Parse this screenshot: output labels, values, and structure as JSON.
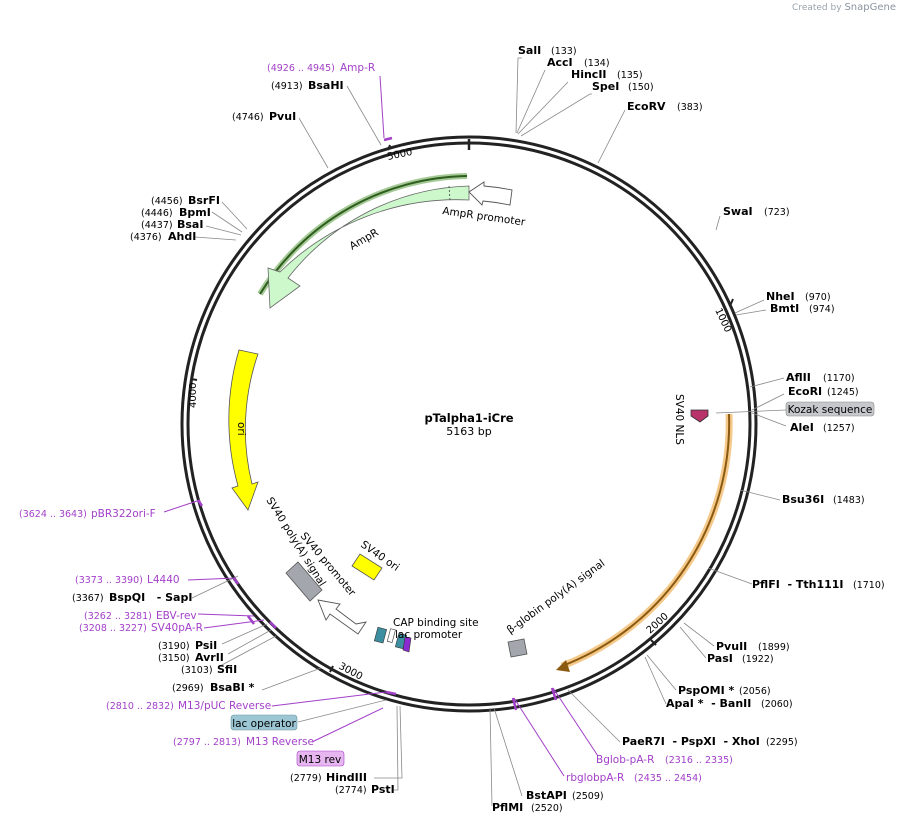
{
  "watermark": {
    "prefix": "Created by",
    "brand": "SnapGene"
  },
  "plasmid": {
    "name": "pTalpha1-iCre",
    "length": "5163 bp"
  },
  "ticks": [
    "1000",
    "2000",
    "3000",
    "4000",
    "5000"
  ],
  "sites": [
    {
      "name": "SalI",
      "pos": "(133)"
    },
    {
      "name": "AccI",
      "pos": "(134)"
    },
    {
      "name": "HincII",
      "pos": "(135)"
    },
    {
      "name": "SpeI",
      "pos": "(150)"
    },
    {
      "name": "EcoRV",
      "pos": "(383)"
    },
    {
      "name": "SwaI",
      "pos": "(723)"
    },
    {
      "name": "NheI",
      "pos": "(970)"
    },
    {
      "name": "BmtI",
      "pos": "(974)"
    },
    {
      "name": "AflII",
      "pos": "(1170)"
    },
    {
      "name": "EcoRI",
      "pos": "(1245)"
    },
    {
      "name": "AleI",
      "pos": "(1257)"
    },
    {
      "name": "Bsu36I",
      "pos": "(1483)"
    },
    {
      "name": "PflFI  - Tth111I",
      "pos": "(1710)"
    },
    {
      "name": "PvuII",
      "pos": "(1899)"
    },
    {
      "name": "PasI",
      "pos": "(1922)"
    },
    {
      "name": "PspOMI *",
      "pos": "(2056)"
    },
    {
      "name": "ApaI *  - BanII",
      "pos": "(2060)"
    },
    {
      "name": "PaeR7I  - PspXI  - XhoI",
      "pos": "(2295)"
    },
    {
      "name": "BstAPI",
      "pos": "(2509)"
    },
    {
      "name": "PflMI",
      "pos": "(2520)"
    },
    {
      "name": "HindIII",
      "pos": "(2779)"
    },
    {
      "name": "PstI",
      "pos": "(2774)"
    },
    {
      "name": "BsaBI *",
      "pos": "(2969)"
    },
    {
      "name": "SfiI",
      "pos": "(3103)"
    },
    {
      "name": "AvrII",
      "pos": "(3150)"
    },
    {
      "name": "PsiI",
      "pos": "(3190)"
    },
    {
      "name": "BspQI   - SapI",
      "pos": "(3367)"
    },
    {
      "name": "AhdI",
      "pos": "(4376)"
    },
    {
      "name": "BsaI",
      "pos": "(4437)"
    },
    {
      "name": "BpmI",
      "pos": "(4446)"
    },
    {
      "name": "BsrFI",
      "pos": "(4456)"
    },
    {
      "name": "PvuI",
      "pos": "(4746)"
    },
    {
      "name": "BsaHI",
      "pos": "(4913)"
    }
  ],
  "primers": [
    {
      "name": "Amp-R",
      "pos": "(4926 .. 4945)"
    },
    {
      "name": "Bglob-pA-R",
      "pos": "(2316 .. 2335)"
    },
    {
      "name": "rbglobpA-R",
      "pos": "(2435 .. 2454)"
    },
    {
      "name": "M13/pUC Reverse",
      "pos": "(2810 .. 2832)"
    },
    {
      "name": "M13 Reverse",
      "pos": "(2797 .. 2813)"
    },
    {
      "name": "SV40pA-R",
      "pos": "(3208 .. 3227)"
    },
    {
      "name": "EBV-rev",
      "pos": "(3262 .. 3281)"
    },
    {
      "name": "L4440",
      "pos": "(3373 .. 3390)"
    },
    {
      "name": "pBR322ori-F",
      "pos": "(3624 .. 3643)"
    }
  ],
  "boxed": {
    "kozak": "Kozak sequence",
    "lac_operator": "lac operator",
    "m13_rev": "M13 rev"
  },
  "features": {
    "ampr": "AmpR",
    "ampr_promoter": "AmpR promoter",
    "ori": "ori",
    "sv40_nls": "SV40 NLS",
    "sv40_polya": "SV40 poly(A) signal",
    "sv40_promoter": "SV40 promoter",
    "sv40_ori": "SV40 ori",
    "cap": "CAP binding site",
    "lac_promoter": "lac promoter",
    "globin": "β-globin poly(A) signal"
  },
  "colors": {
    "ampr": "#ccf8cc",
    "ori": "#ffff00",
    "cre": "#f5c98a",
    "primer": "#a23fc8",
    "promoter": "#ffffff",
    "polya": "#a3a6ac"
  }
}
